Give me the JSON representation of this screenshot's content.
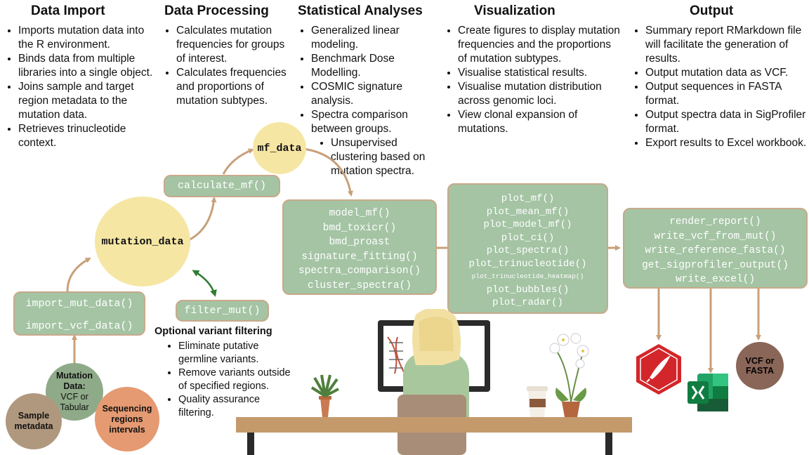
{
  "sections": {
    "import": {
      "title": "Data Import",
      "bullets": [
        "Imports mutation data into the R environment.",
        "Binds data from multiple libraries into a single object.",
        "Joins sample and target region metadata to the mutation data.",
        "Retrieves trinucleotide context."
      ]
    },
    "processing": {
      "title": "Data Processing",
      "bullets": [
        "Calculates mutation frequencies for groups of interest.",
        "Calculates frequencies and proportions of mutation subtypes."
      ]
    },
    "stats": {
      "title": "Statistical Analyses",
      "bullets": [
        "Generalized linear modeling.",
        "Benchmark Dose Modelling.",
        "COSMIC signature analysis.",
        "Spectra comparison between groups."
      ],
      "sub_bullet": "Unsupervised clustering based on mutation spectra."
    },
    "viz": {
      "title": "Visualization",
      "bullets": [
        "Create figures to display mutation frequencies and the proportions of mutation subtypes.",
        "Visualise statistical results.",
        "Visualise mutation distribution across genomic loci.",
        "View clonal expansion of mutations."
      ]
    },
    "output": {
      "title": "Output",
      "bullets": [
        "Summary report RMarkdown file will facilitate the generation of results.",
        "Output mutation data as VCF.",
        "Output sequences in FASTA format.",
        "Output spectra data in SigProfiler format.",
        "Export results to Excel workbook."
      ]
    }
  },
  "nodes": {
    "mf_data": "mf_data",
    "mutation_data": "mutation_data",
    "calculate_mf": "calculate_mf()",
    "filter_mut": "filter_mut()",
    "import_funcs": [
      "import_mut_data()",
      "import_vcf_data()"
    ],
    "stats_funcs": [
      "model_mf()",
      "bmd_toxicr()",
      "bmd_proast",
      "signature_fitting()",
      "spectra_comparison()",
      "cluster_spectra()"
    ],
    "viz_funcs": [
      "plot_mf()",
      "plot_mean_mf()",
      "plot_model_mf()",
      "plot_ci()",
      "plot_spectra()",
      "plot_trinucleotide()",
      "plot_trinucleotide_heatmap()",
      "plot_bubbles()",
      "plot_radar()"
    ],
    "output_funcs": [
      "render_report()",
      "write_vcf_from_mut()",
      "write_reference_fasta()",
      "get_sigprofiler_output()",
      "write_excel()"
    ]
  },
  "filtering": {
    "title": "Optional variant filtering",
    "bullets": [
      "Eliminate putative germline variants.",
      "Remove variants outside of specified regions.",
      "Quality assurance filtering."
    ]
  },
  "inputs": {
    "mutation_data_circle": {
      "title": "Mutation Data:",
      "sub": "VCF or Tabular"
    },
    "sample_metadata": "Sample metadata",
    "seq_regions": "Sequencing regions intervals"
  },
  "outputs": {
    "vcf_fasta": "VCF or FASTA"
  },
  "icons": [
    "rmarkdown-icon",
    "excel-icon",
    "person-at-desk-illustration",
    "plant-icon",
    "coffee-cup-icon",
    "orchid-icon"
  ],
  "colors": {
    "box_green": "#a4c4a4",
    "box_border": "#c8a98a",
    "arrow_tan": "#c8a07a",
    "arrow_green": "#2e7d32",
    "circle_yellow": "#f6e6a4",
    "circle_sage": "#8faa88",
    "circle_tan": "#b0987e",
    "circle_salmon": "#e59a72"
  }
}
